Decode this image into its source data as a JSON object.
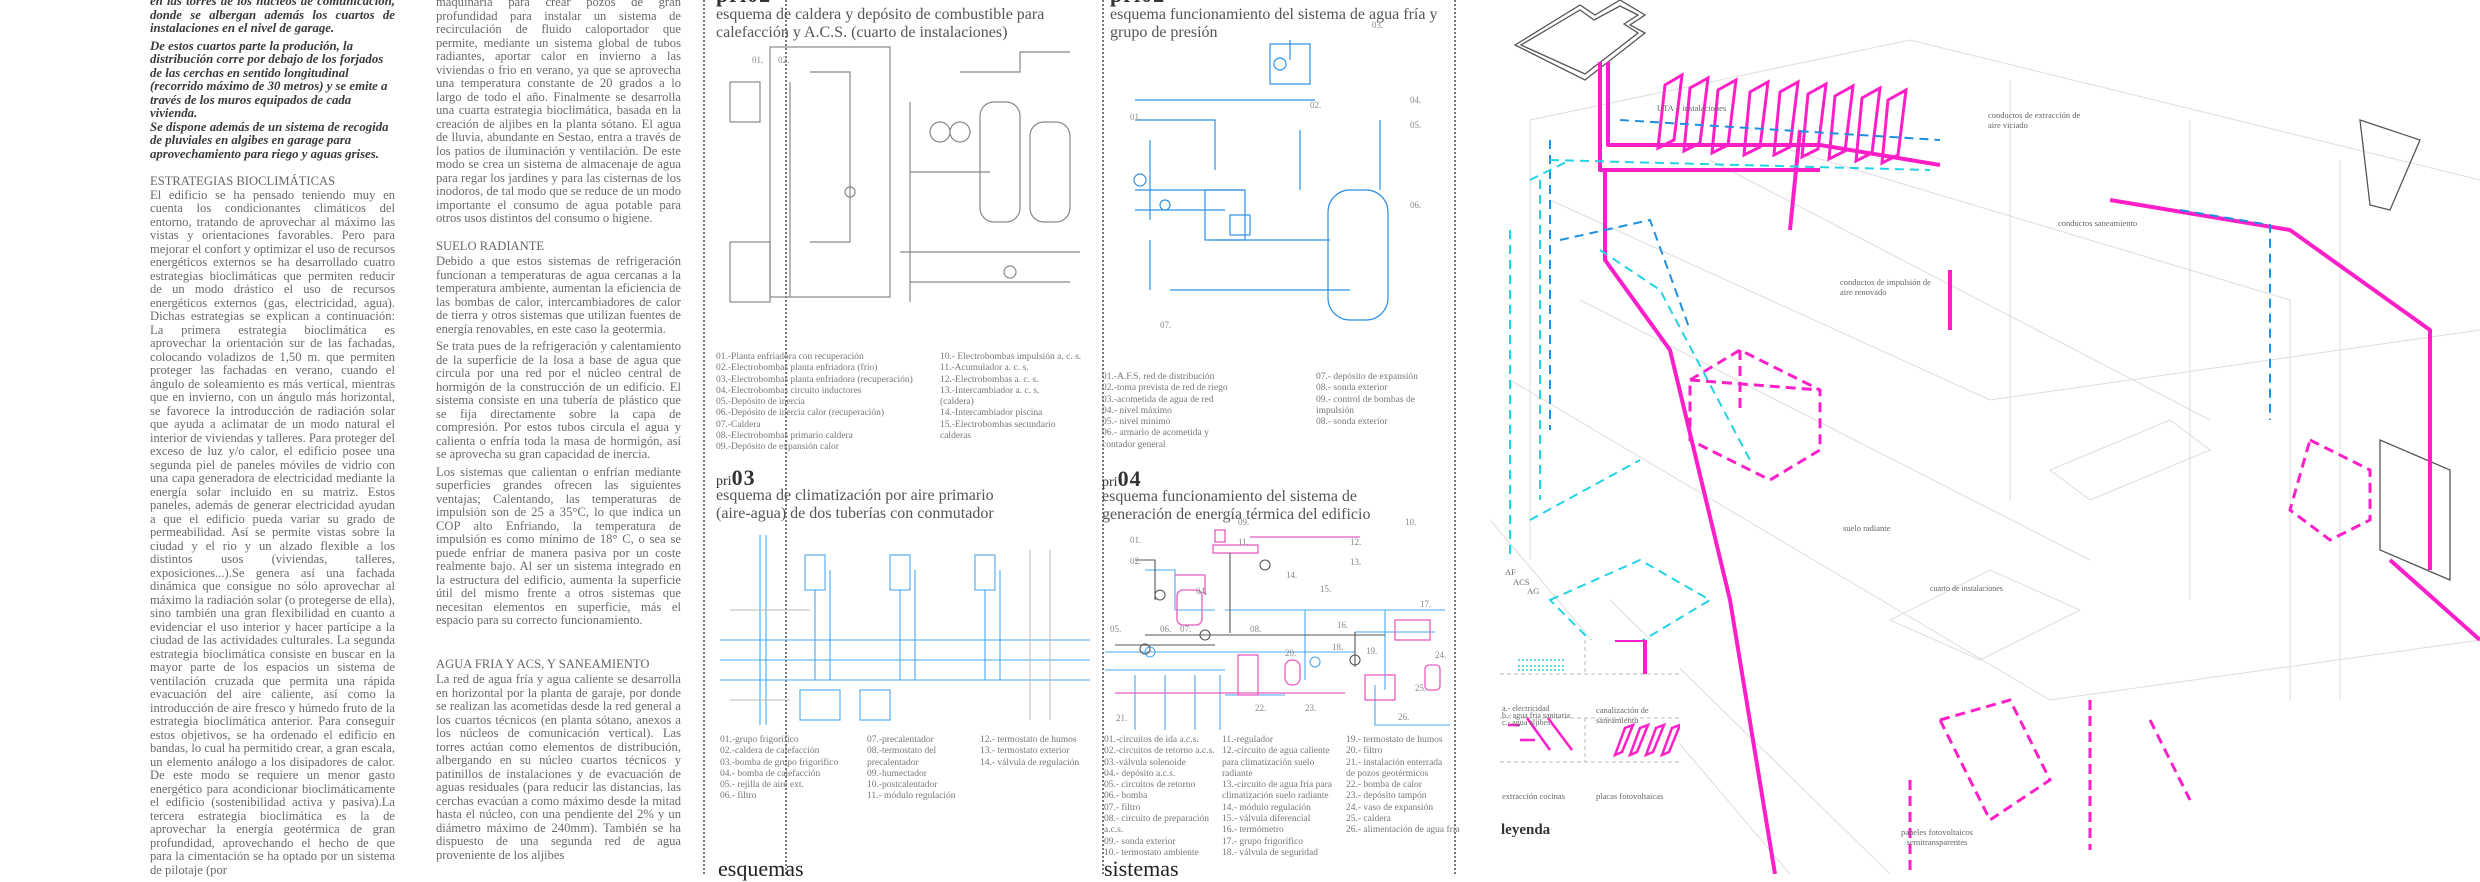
{
  "text_column_1": {
    "intro_bold": [
      "en las torres de los núcleos de comunicación, donde se albergan además los cuartos de instalaciones en el nivel de garage.",
      "De estos cuartos parte la produción, la distribución corre por debajo de los forjados de las cerchas en sentido longitudinal (recorrido máximo de 30 metros) y se emite a través de los muros equipados de cada vivienda.",
      "Se dispone además de un sistema de recogida de pluviales en algibes en garage para aprovechamiento para riego y aguas grises."
    ],
    "heading": "ESTRATEGIAS BIOCLIMÁTICAS",
    "body": "El edificio se ha pensado teniendo muy en cuenta los condicionantes climáticos del entorno, tratando de aprovechar al máximo las vistas y orientaciones favorables. Pero para mejorar el confort y optimizar el uso de recursos energéticos externos se ha desarrollado cuatro estrategias bioclimáticas que permiten reducir de un modo drástico el uso de recursos energéticos externos (gas, electricidad, agua). Dichas estrategias se explican a continuación: La primera estrategia bioclimática es aprovechar la orientación sur de las fachadas, colocando voladizos de 1,50 m. que permiten proteger las fachadas en verano, cuando el ángulo de soleamiento es más vertical, mientras que en invierno, con un ángulo más horizontal, se favorece la introducción de radiación solar que ayuda a aclimatar de un modo natural el interior de viviendas y talleres. Para proteger del exceso de luz y/o calor, el edificio posee una segunda piel de paneles móviles de vidrio con una capa generadora de electricidad mediante la energía solar incluido en su matriz. Estos paneles, además de generar electricidad ayudan a que el edificio pueda variar su grado de permeabilidad. Así se permite vistas sobre la ciudad y el rio y un alzado flexible a los distintos usos (viviendas, talleres, exposiciones...).Se genera así una fachada dinámica que consigue no sólo aprovechar al máximo la radiación solar (o protegerse de ella), sino también una gran flexibilidad en cuanto a evidenciar el uso interior y hacer partícipe a la ciudad de las actividades culturales. La segunda estrategia bioclimática consiste en buscar en la mayor parte de los espacios un sistema de ventilación cruzada que permita una rápida evacuación del aire caliente, así como la introducción de aire fresco y húmedo fruto de la estrategia bioclimática anterior. Para conseguir estos objetivos, se ha ordenado el edificio en bandas, lo cual ha permitido crear, a gran escala, un elemento análogo a los disipadores de calor. De este modo se requiere un menor gasto energético para acondicionar bioclimáticamente el edificio (sostenibilidad activa y pasiva).La tercera estrategia bioclimática es la de aprovechar la energía geotérmica de gran profundidad, aprovechando el hecho de que para la cimentación se ha optado por un sistema de pilotaje (por"
  },
  "text_column_2": {
    "p1": "maquinaria para crear pozos de gran profundidad para instalar un sistema de recirculación de fluido caloportador que permite, mediante un sistema global de tubos radiantes, aportar calor en invierno a las viviendas o frio en verano, ya que se aprovecha una temperatura constante de 20 grados a lo largo de todo el año. Finalmente se desarrolla una cuarta estrategia bioclimática, basada en la creación de aljibes en la planta sótano. El agua de lluvia, abundante en Sestao, entra a través de los patios de iluminación y ventilación. De este modo se crea un sistema de almacenaje de agua para regar los jardines y para las cisternas de los inodoros, de tal modo que se reduce de un modo importante el consumo de agua potable para otros usos distintos del consumo o higiene.",
    "heading2": "SUELO RADIANTE",
    "p2": "Debido a que estos sistemas de refrigeración funcionan a temperaturas de agua cercanas a la temperatura ambiente, aumentan la eficiencia de las bombas de calor, intercambiadores de calor de tierra y otros sistemas que utilizan fuentes de energía renovables, en este caso la geotermia.",
    "p3": "Se trata pues de la refrigeración y calentamiento de la superficie de la losa a base de agua que circula por una red por el núcleo central de hormigón de la construcción de un edificio. El sistema consiste en una tubería de plástico que se fija directamente sobre la capa de compresión. Por estos tubos circula el agua y calienta o enfría toda la masa de hormigón, así se aprovecha su gran capacidad de inercia.",
    "p4": "Los sistemas que calientan o enfrían mediante superficies grandes ofrecen las siguientes ventajas; Calentando, las temperaturas de impulsión son de 25 a 35°C, lo que indica un COP alto Enfriando, la temperatura de impulsión es como mínimo de 18° C, o sea se puede enfriar de manera pasiva por un coste realmente bajo. Al ser un sistema integrado en la estructura del edificio, aumenta la superficie útil del mismo frente a otros sistemas que necesitan elementos en superficie, más el espacio para su correcto funcionamiento.",
    "heading3": "AGUA FRIA Y ACS, Y SANEAMIENTO",
    "p5": "La red de agua fría y agua caliente se desarrolla en horizontal por la planta de garaje, por donde se realizan las acometidas desde la red general a los cuartos técnicos (en planta sótano, anexos a los núcleos de comunicación vertical). Las torres actúan como elementos de distribución, albergando en su núcleo cuartos técnicos y patinillos de instalaciones y de evacuación de aguas residuales (para reducir las distancias, las cerchas evacúan a como máximo desde la mitad hasta el núcleo, con una pendiente del 2% y un diámetro máximo de 240mm). También se ha dispuesto de una segunda red de agua proveniente de los aljibes"
  },
  "scheme_01": {
    "title": "esquema de caldera y depósito de combustible para calefacción y A.C.S. (cuarto de instalaciones)",
    "legend_a": [
      "01.-Planta enfriadora con recuperación",
      "02.-Electrobombas planta enfriadora (frío)",
      "03.-Electrobombas planta enfriadora (recuperación)",
      "04.-Electrobombas circuito inductores",
      "05.-Depósito de inercia",
      "06.-Depósito de inercia calor (recuperación)",
      "07.-Caldera",
      "08.-Electrobombas primario caldera",
      "09.-Depósito de expansión calor"
    ],
    "legend_b": [
      "10.- Electrobombas impulsión a. c. s.",
      "11.-Acumulador a. c. s.",
      "12.-Electrobombas a. c. s.",
      "13.-Intercambiador a. c. s. (caldera)",
      "14.-Intercambiador piscina",
      "15.-Electrobombas secundario calderas"
    ],
    "labels": [
      "01.",
      "02."
    ]
  },
  "scheme_02": {
    "title": "esquema funcionamiento del sistema de agua fría y grupo de presión",
    "legend_a": [
      "01.-A.F.S. red de distribución",
      "02.-toma prevista de red de riego",
      "03.-acometida de agua de red",
      "04.- nivel máximo",
      "05.- nivel mínimo",
      "06.- armario de acometida y contador general"
    ],
    "legend_b": [
      "07.- depósito de expansión",
      "08.- sonda exterior",
      "09.- control de bombas de impulsión",
      "08.- sonda exterior"
    ],
    "labels": [
      "01.",
      "02.",
      "03.",
      "04.",
      "05.",
      "06.",
      "07."
    ]
  },
  "scheme_03": {
    "prefix": "pri",
    "number": "03",
    "title": "esquema de climatización por aire primario (aire-agua) de dos tuberías con conmutador",
    "legend_a": [
      "01.-grupo frigorífico",
      "02.-caldera de calefacción",
      "03.-bomba de grupo frigorífico",
      "04.- bomba de calefacción",
      "05.- rejilla de aire ext.",
      "06.- filtro"
    ],
    "legend_b": [
      "07.-precalentador",
      "08.-termostato del precalentador",
      "09.-humectador",
      "10.-postcalentador",
      "11.- módulo regulación"
    ],
    "legend_c": [
      "12.- termostato de humos",
      "13.- termostato exterior",
      "14.- válvula de regulación"
    ]
  },
  "scheme_04": {
    "prefix": "pri",
    "number": "04",
    "title": "esquema funcionamiento del sistema de generación de energía térmica del edificio",
    "legend_a": [
      "01.-circuitos de ida a.c.s.",
      "02.-circuitos de retorno a.c.s.",
      "03.-válvula solenoide",
      "04.- depósito a.c.s.",
      "05.- circuitos de retorno",
      "06.- bomba",
      "07.- filtro",
      "08.- circuito de preparación a.c.s.",
      "09.- sonda exterior",
      "10.- termostato ambiente"
    ],
    "legend_b": [
      "11.-regulador",
      "12.-circuito de agua caliente para climatización suelo radiante",
      "13.-circuito de agua fría para climatización suelo radiante",
      "14.- módulo regulación",
      "15.- válvula diferencial",
      "16.- termómetro",
      "17.- grupo frigorífico",
      "18.- válvula de seguridad"
    ],
    "legend_c": [
      "19.- termostato de humos",
      "20.- filtro",
      "21.- instalación enterrada de pozos geotérmicos",
      "22.- bomba de calor",
      "23.- depósito tampón",
      "24.- vaso de expansión",
      "25.- caldera",
      "26.- alimentación de agua fría"
    ],
    "labels": [
      "01.",
      "02.",
      "04.",
      "05.",
      "06.",
      "07.",
      "08.",
      "09.",
      "10.",
      "11.",
      "12.",
      "13.",
      "14.",
      "15.",
      "16.",
      "17.",
      "18.",
      "19.",
      "20.",
      "21.",
      "22.",
      "23.",
      "24.",
      "25.",
      "26."
    ]
  },
  "footer": {
    "left": "esquemas",
    "right": "sistemas"
  },
  "axonometric": {
    "labels": {
      "uta": "UTA + instalaciones",
      "extraccion": "conductos de extracción de aire viciado",
      "saneamiento": "conductos saneamiento",
      "impulsion": "conductos de impulsión de aire renovado",
      "suelo": "suelo radiante",
      "cuarto": "cuarto de instalaciones",
      "paneles": "paneles fotovoltaicos semitransparentes",
      "af": "AF",
      "acs": "ACS",
      "ag": "AG"
    },
    "colors": {
      "magenta": "#ff1fc8",
      "cyan": "#22d3e6",
      "blue": "#1f8fe0"
    }
  },
  "legend": {
    "title": "leyenda",
    "items": [
      "a.- electricidad\nb.- agua fria sanitaria\nc.- agua aljibes",
      "canalización de saneamiento",
      "extracción cocinas",
      "placas fotovoltaicas"
    ]
  }
}
